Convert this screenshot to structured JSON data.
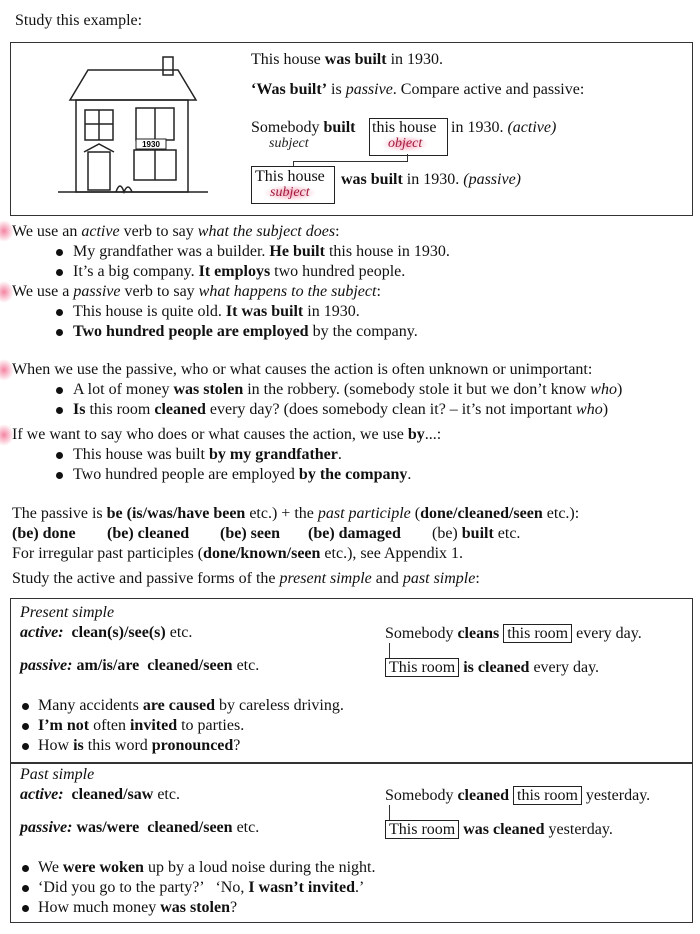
{
  "intro": [
    {
      "t": "Study this example:",
      "s": ""
    }
  ],
  "example": {
    "line1": [
      {
        "t": "This house ",
        "s": ""
      },
      {
        "t": "was built",
        "s": "b"
      },
      {
        "t": " in 1930.",
        "s": ""
      }
    ],
    "line2": [
      {
        "t": "‘Was built’",
        "s": "b"
      },
      {
        "t": " is ",
        "s": ""
      },
      {
        "t": "passive",
        "s": "i"
      },
      {
        "t": ". Compare active and passive:",
        "s": ""
      }
    ],
    "active_pre": [
      {
        "t": "Somebody ",
        "s": ""
      },
      {
        "t": "built",
        "s": "b"
      }
    ],
    "active_obj": "this house",
    "active_post": [
      {
        "t": "in 1930. ",
        "s": ""
      },
      {
        "t": "(active)",
        "s": "i"
      }
    ],
    "label_subject": "subject",
    "label_object": "object",
    "passive_subj": "This house",
    "passive_post": [
      {
        "t": "was built",
        "s": "b"
      },
      {
        "t": " in 1930. ",
        "s": ""
      },
      {
        "t": "(passive)",
        "s": "i"
      }
    ],
    "passive_label": "subject",
    "house_sign": "1930"
  },
  "sections": [
    {
      "text": [
        {
          "t": "We use an ",
          "s": ""
        },
        {
          "t": "active",
          "s": "i"
        },
        {
          "t": " verb to say ",
          "s": ""
        },
        {
          "t": "what the subject does",
          "s": "i"
        },
        {
          "t": ":",
          "s": ""
        }
      ],
      "bullets": [
        [
          {
            "t": "My grandfather was a builder. ",
            "s": ""
          },
          {
            "t": "He built",
            "s": "b"
          },
          {
            "t": " this house in 1930.",
            "s": ""
          }
        ],
        [
          {
            "t": "It’s a big company. ",
            "s": ""
          },
          {
            "t": "It employs",
            "s": "b"
          },
          {
            "t": " two hundred people.",
            "s": ""
          }
        ]
      ]
    },
    {
      "text": [
        {
          "t": "We use a ",
          "s": ""
        },
        {
          "t": "passive",
          "s": "i"
        },
        {
          "t": " verb to say ",
          "s": ""
        },
        {
          "t": "what happens to the subject",
          "s": "i"
        },
        {
          "t": ":",
          "s": ""
        }
      ],
      "bullets": [
        [
          {
            "t": "This house is quite old. ",
            "s": ""
          },
          {
            "t": "It was built",
            "s": "b"
          },
          {
            "t": " in 1930.",
            "s": ""
          }
        ],
        [
          {
            "t": "Two hundred people are employed",
            "s": "b"
          },
          {
            "t": " by the company.",
            "s": ""
          }
        ]
      ]
    },
    {
      "text": [
        {
          "t": "When we use the passive, who or what causes the action is often unknown or unimportant:",
          "s": ""
        }
      ],
      "bullets": [
        [
          {
            "t": "A lot of money ",
            "s": ""
          },
          {
            "t": "was stolen",
            "s": "b"
          },
          {
            "t": " in the robbery. (somebody stole it but we don’t know ",
            "s": ""
          },
          {
            "t": "who",
            "s": "i"
          },
          {
            "t": ")",
            "s": ""
          }
        ],
        [
          {
            "t": "Is",
            "s": "b"
          },
          {
            "t": " this room ",
            "s": ""
          },
          {
            "t": "cleaned",
            "s": "b"
          },
          {
            "t": " every day? (does somebody clean it? – it’s not important ",
            "s": ""
          },
          {
            "t": "who",
            "s": "i"
          },
          {
            "t": ")",
            "s": ""
          }
        ]
      ]
    },
    {
      "text": [
        {
          "t": "If we want to say who does or what causes the action, we use ",
          "s": ""
        },
        {
          "t": "by",
          "s": "b"
        },
        {
          "t": "...:",
          "s": ""
        }
      ],
      "bullets": [
        [
          {
            "t": "This house was built ",
            "s": ""
          },
          {
            "t": "by my grandfather",
            "s": "b"
          },
          {
            "t": ".",
            "s": ""
          }
        ],
        [
          {
            "t": "Two hundred people are employed ",
            "s": ""
          },
          {
            "t": "by the company",
            "s": "b"
          },
          {
            "t": ".",
            "s": ""
          }
        ]
      ]
    }
  ],
  "form": {
    "line1": [
      {
        "t": "The passive is ",
        "s": ""
      },
      {
        "t": "be (is/was/have been",
        "s": "b"
      },
      {
        "t": " etc.) + the ",
        "s": ""
      },
      {
        "t": "past participle",
        "s": "i"
      },
      {
        "t": " (",
        "s": ""
      },
      {
        "t": "done/cleaned/seen",
        "s": "b"
      },
      {
        "t": " etc.):",
        "s": ""
      }
    ],
    "examples": [
      [
        {
          "t": "(be) done",
          "s": "b"
        }
      ],
      [
        {
          "t": "(be) cleaned",
          "s": "b"
        }
      ],
      [
        {
          "t": "(be) seen",
          "s": "b"
        }
      ],
      [
        {
          "t": "(be) damaged",
          "s": "b"
        }
      ],
      [
        {
          "t": "(be) ",
          "s": ""
        },
        {
          "t": "built",
          "s": "b"
        },
        {
          "t": " etc.",
          "s": ""
        }
      ]
    ],
    "line3": [
      {
        "t": "For irregular past participles (",
        "s": ""
      },
      {
        "t": "done/known/seen",
        "s": "b"
      },
      {
        "t": " etc.), see Appendix 1.",
        "s": ""
      }
    ],
    "line4": [
      {
        "t": "Study the active and passive forms of the ",
        "s": ""
      },
      {
        "t": "present simple",
        "s": "i"
      },
      {
        "t": " and ",
        "s": ""
      },
      {
        "t": "past simple",
        "s": "i"
      },
      {
        "t": ":",
        "s": ""
      }
    ]
  },
  "tables": [
    {
      "title": "Present simple",
      "active": [
        {
          "t": "active:",
          "s": "bi"
        },
        {
          "t": "  clean(s)/see(s)",
          "s": "b"
        },
        {
          "t": " etc.",
          "s": ""
        }
      ],
      "passive": [
        {
          "t": "passive:",
          "s": "bi"
        },
        {
          "t": " am/is/are  cleaned/seen",
          "s": "b"
        },
        {
          "t": " etc.",
          "s": ""
        }
      ],
      "right_active": [
        {
          "t": "Somebody ",
          "s": ""
        },
        {
          "t": "cleans",
          "s": "b"
        },
        {
          "t": " ",
          "s": ""
        },
        {
          "t": "this room",
          "s": "box"
        },
        {
          "t": " every day.",
          "s": ""
        }
      ],
      "right_passive": [
        {
          "t": "This room",
          "s": "box"
        },
        {
          "t": " ",
          "s": ""
        },
        {
          "t": "is cleaned",
          "s": "b"
        },
        {
          "t": " every day.",
          "s": ""
        }
      ],
      "bullets": [
        [
          {
            "t": "Many accidents ",
            "s": ""
          },
          {
            "t": "are caused",
            "s": "b"
          },
          {
            "t": " by careless driving.",
            "s": ""
          }
        ],
        [
          {
            "t": "I’m not",
            "s": "b"
          },
          {
            "t": " often ",
            "s": ""
          },
          {
            "t": "invited",
            "s": "b"
          },
          {
            "t": " to parties.",
            "s": ""
          }
        ],
        [
          {
            "t": "How ",
            "s": ""
          },
          {
            "t": "is",
            "s": "b"
          },
          {
            "t": " this word ",
            "s": ""
          },
          {
            "t": "pronounced",
            "s": "b"
          },
          {
            "t": "?",
            "s": ""
          }
        ]
      ]
    },
    {
      "title": "Past simple",
      "active": [
        {
          "t": "active:",
          "s": "bi"
        },
        {
          "t": "  cleaned/saw",
          "s": "b"
        },
        {
          "t": " etc.",
          "s": ""
        }
      ],
      "passive": [
        {
          "t": "passive:",
          "s": "bi"
        },
        {
          "t": " was/were  cleaned/seen",
          "s": "b"
        },
        {
          "t": " etc.",
          "s": ""
        }
      ],
      "right_active": [
        {
          "t": "Somebody ",
          "s": ""
        },
        {
          "t": "cleaned",
          "s": "b"
        },
        {
          "t": " ",
          "s": ""
        },
        {
          "t": "this room",
          "s": "box"
        },
        {
          "t": " yesterday.",
          "s": ""
        }
      ],
      "right_passive": [
        {
          "t": "This room",
          "s": "box"
        },
        {
          "t": " ",
          "s": ""
        },
        {
          "t": "was cleaned",
          "s": "b"
        },
        {
          "t": " yesterday.",
          "s": ""
        }
      ],
      "bullets": [
        [
          {
            "t": "We ",
            "s": ""
          },
          {
            "t": "were woken",
            "s": "b"
          },
          {
            "t": " up by a loud noise during the night.",
            "s": ""
          }
        ],
        [
          {
            "t": "‘Did you go to the party?’   ‘No, ",
            "s": ""
          },
          {
            "t": "I wasn’t invited",
            "s": "b"
          },
          {
            "t": ".’",
            "s": ""
          }
        ],
        [
          {
            "t": "How much money ",
            "s": ""
          },
          {
            "t": "was stolen",
            "s": "b"
          },
          {
            "t": "?",
            "s": ""
          }
        ]
      ]
    }
  ]
}
